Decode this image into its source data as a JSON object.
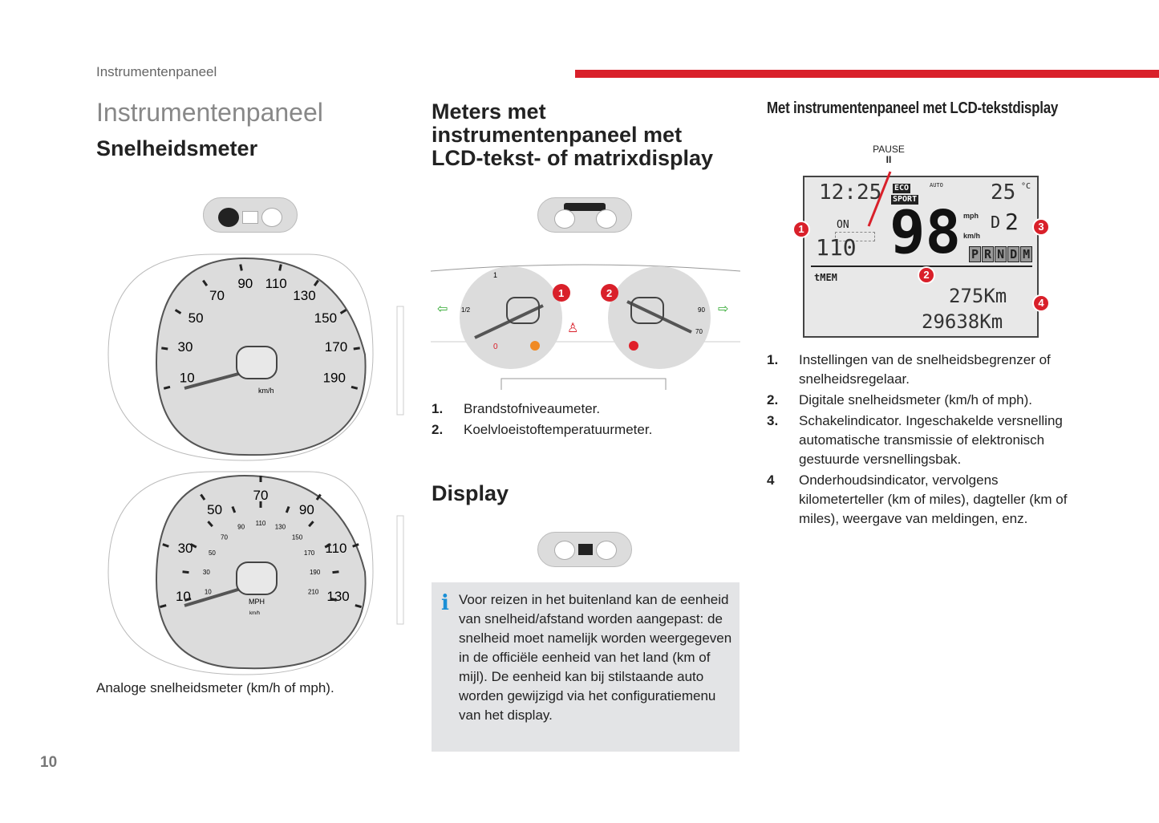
{
  "header": {
    "section": "Instrumentenpaneel",
    "accent": "#d9202a"
  },
  "col1": {
    "title": "Instrumentenpaneel",
    "subtitle": "Snelheidsmeter",
    "caption": "Analoge snelheidsmeter (km/h of mph).",
    "speedo_kmh": {
      "labels": [
        "10",
        "30",
        "50",
        "70",
        "90",
        "110",
        "130",
        "150",
        "170",
        "190"
      ],
      "unit": "km/h"
    },
    "speedo_mph": {
      "labels": [
        "10",
        "30",
        "50",
        "70",
        "90",
        "110",
        "130"
      ],
      "inner_labels": [
        "10",
        "30",
        "50",
        "70",
        "90",
        "110",
        "130",
        "150",
        "170",
        "190",
        "210"
      ],
      "unit": "MPH",
      "unit2": "km/h"
    }
  },
  "col2": {
    "heading": "Meters met instrumentenpaneel met LCD-tekst- of matrixdisplay",
    "gauges": {
      "fuel_labels": [
        "1",
        "1/2",
        "0"
      ],
      "temp_labels": [
        "90",
        "70"
      ],
      "callouts": [
        "1",
        "2"
      ]
    },
    "items": [
      {
        "n": "1.",
        "text": "Brandstofniveaumeter."
      },
      {
        "n": "2.",
        "text": "Koelvloeistoftemperatuurmeter."
      }
    ],
    "display_heading": "Display",
    "info": "Voor reizen in het buitenland kan de eenheid van snelheid/afstand worden aangepast: de snelheid moet namelijk worden weergegeven in de officiële eenheid van het land (km of mijl). De eenheid kan bij stilstaande auto worden gewijzigd via het configuratiemenu van het display."
  },
  "col3": {
    "heading": "Met instrumentenpaneel met LCD-tekstdisplay",
    "lcd": {
      "pause": "PAUSE",
      "pause_symbol": "II",
      "time": "12:25",
      "eco": "ECO",
      "sport": "SPORT",
      "auto": "AUTO",
      "temp": "25",
      "temp_unit": "°C",
      "limiter_on": "ON",
      "limit": "110",
      "speed": "98",
      "mph": "mph",
      "kmh": "km/h",
      "gear_mode": "D",
      "gear": "2",
      "gears": [
        "P",
        "R",
        "N",
        "D",
        "M"
      ],
      "mem": "tMEM",
      "maintenance": "275Km",
      "odometer": "29638Km",
      "callouts": [
        "1",
        "2",
        "3",
        "4"
      ]
    },
    "items": [
      {
        "n": "1.",
        "text": "Instellingen van de snelheidsbegrenzer of snelheidsregelaar."
      },
      {
        "n": "2.",
        "text": "Digitale snelheidsmeter (km/h of mph)."
      },
      {
        "n": "3.",
        "text": "Schakelindicator. Ingeschakelde versnelling automatische transmissie of elektronisch gestuurde versnellingsbak."
      },
      {
        "n": "4",
        "text": "Onderhoudsindicator, vervolgens kilometerteller (km of miles), dagteller (km of miles), weergave van meldingen, enz."
      }
    ]
  },
  "page_number": "10"
}
